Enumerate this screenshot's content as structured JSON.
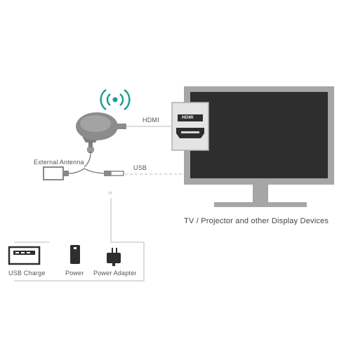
{
  "diagram": {
    "caption": "TV / Projector  and other Display Devices",
    "connections": {
      "hdmi": "HDMI",
      "usb": "USB",
      "or": "or",
      "external_antenna": "External Antenna"
    },
    "hdmi_port_logo": "HDMI",
    "power_options": [
      {
        "label": "USB Charge",
        "icon": "usb-port-icon"
      },
      {
        "label": "Power",
        "icon": "power-bank-icon"
      },
      {
        "label": "Power Adapter",
        "icon": "power-adapter-icon"
      }
    ],
    "colors": {
      "wifi_signal": "#1a9f8f",
      "monitor_frame": "#a6a6a6",
      "screen": "#2e2e2e",
      "device_body": "#8c8c8c",
      "line": "#bbbbbb"
    }
  }
}
